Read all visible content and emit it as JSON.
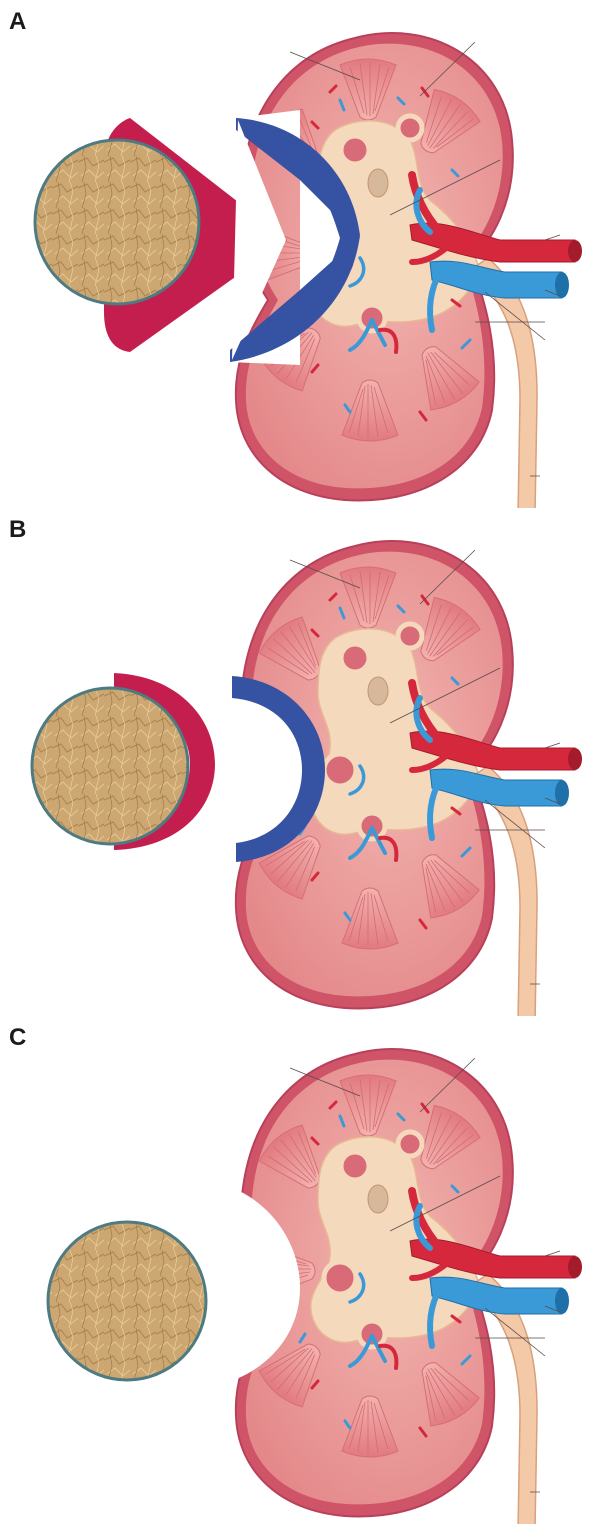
{
  "panels": [
    {
      "label": "A",
      "graft_shape": "wedge"
    },
    {
      "label": "B",
      "graft_shape": "crescent"
    },
    {
      "label": "C",
      "graft_shape": "none"
    }
  ],
  "colors": {
    "donor_shape": "#c41e4e",
    "recipient_shape": "#3652a2",
    "cortex": "#e89a98",
    "capsule": "#cf5a6c",
    "pelvis": "#f6dcc0",
    "artery": "#d6283c",
    "vein": "#3a9ad8",
    "tissue_disc": "#c9a56a",
    "disc_border": "#4e7a82"
  }
}
